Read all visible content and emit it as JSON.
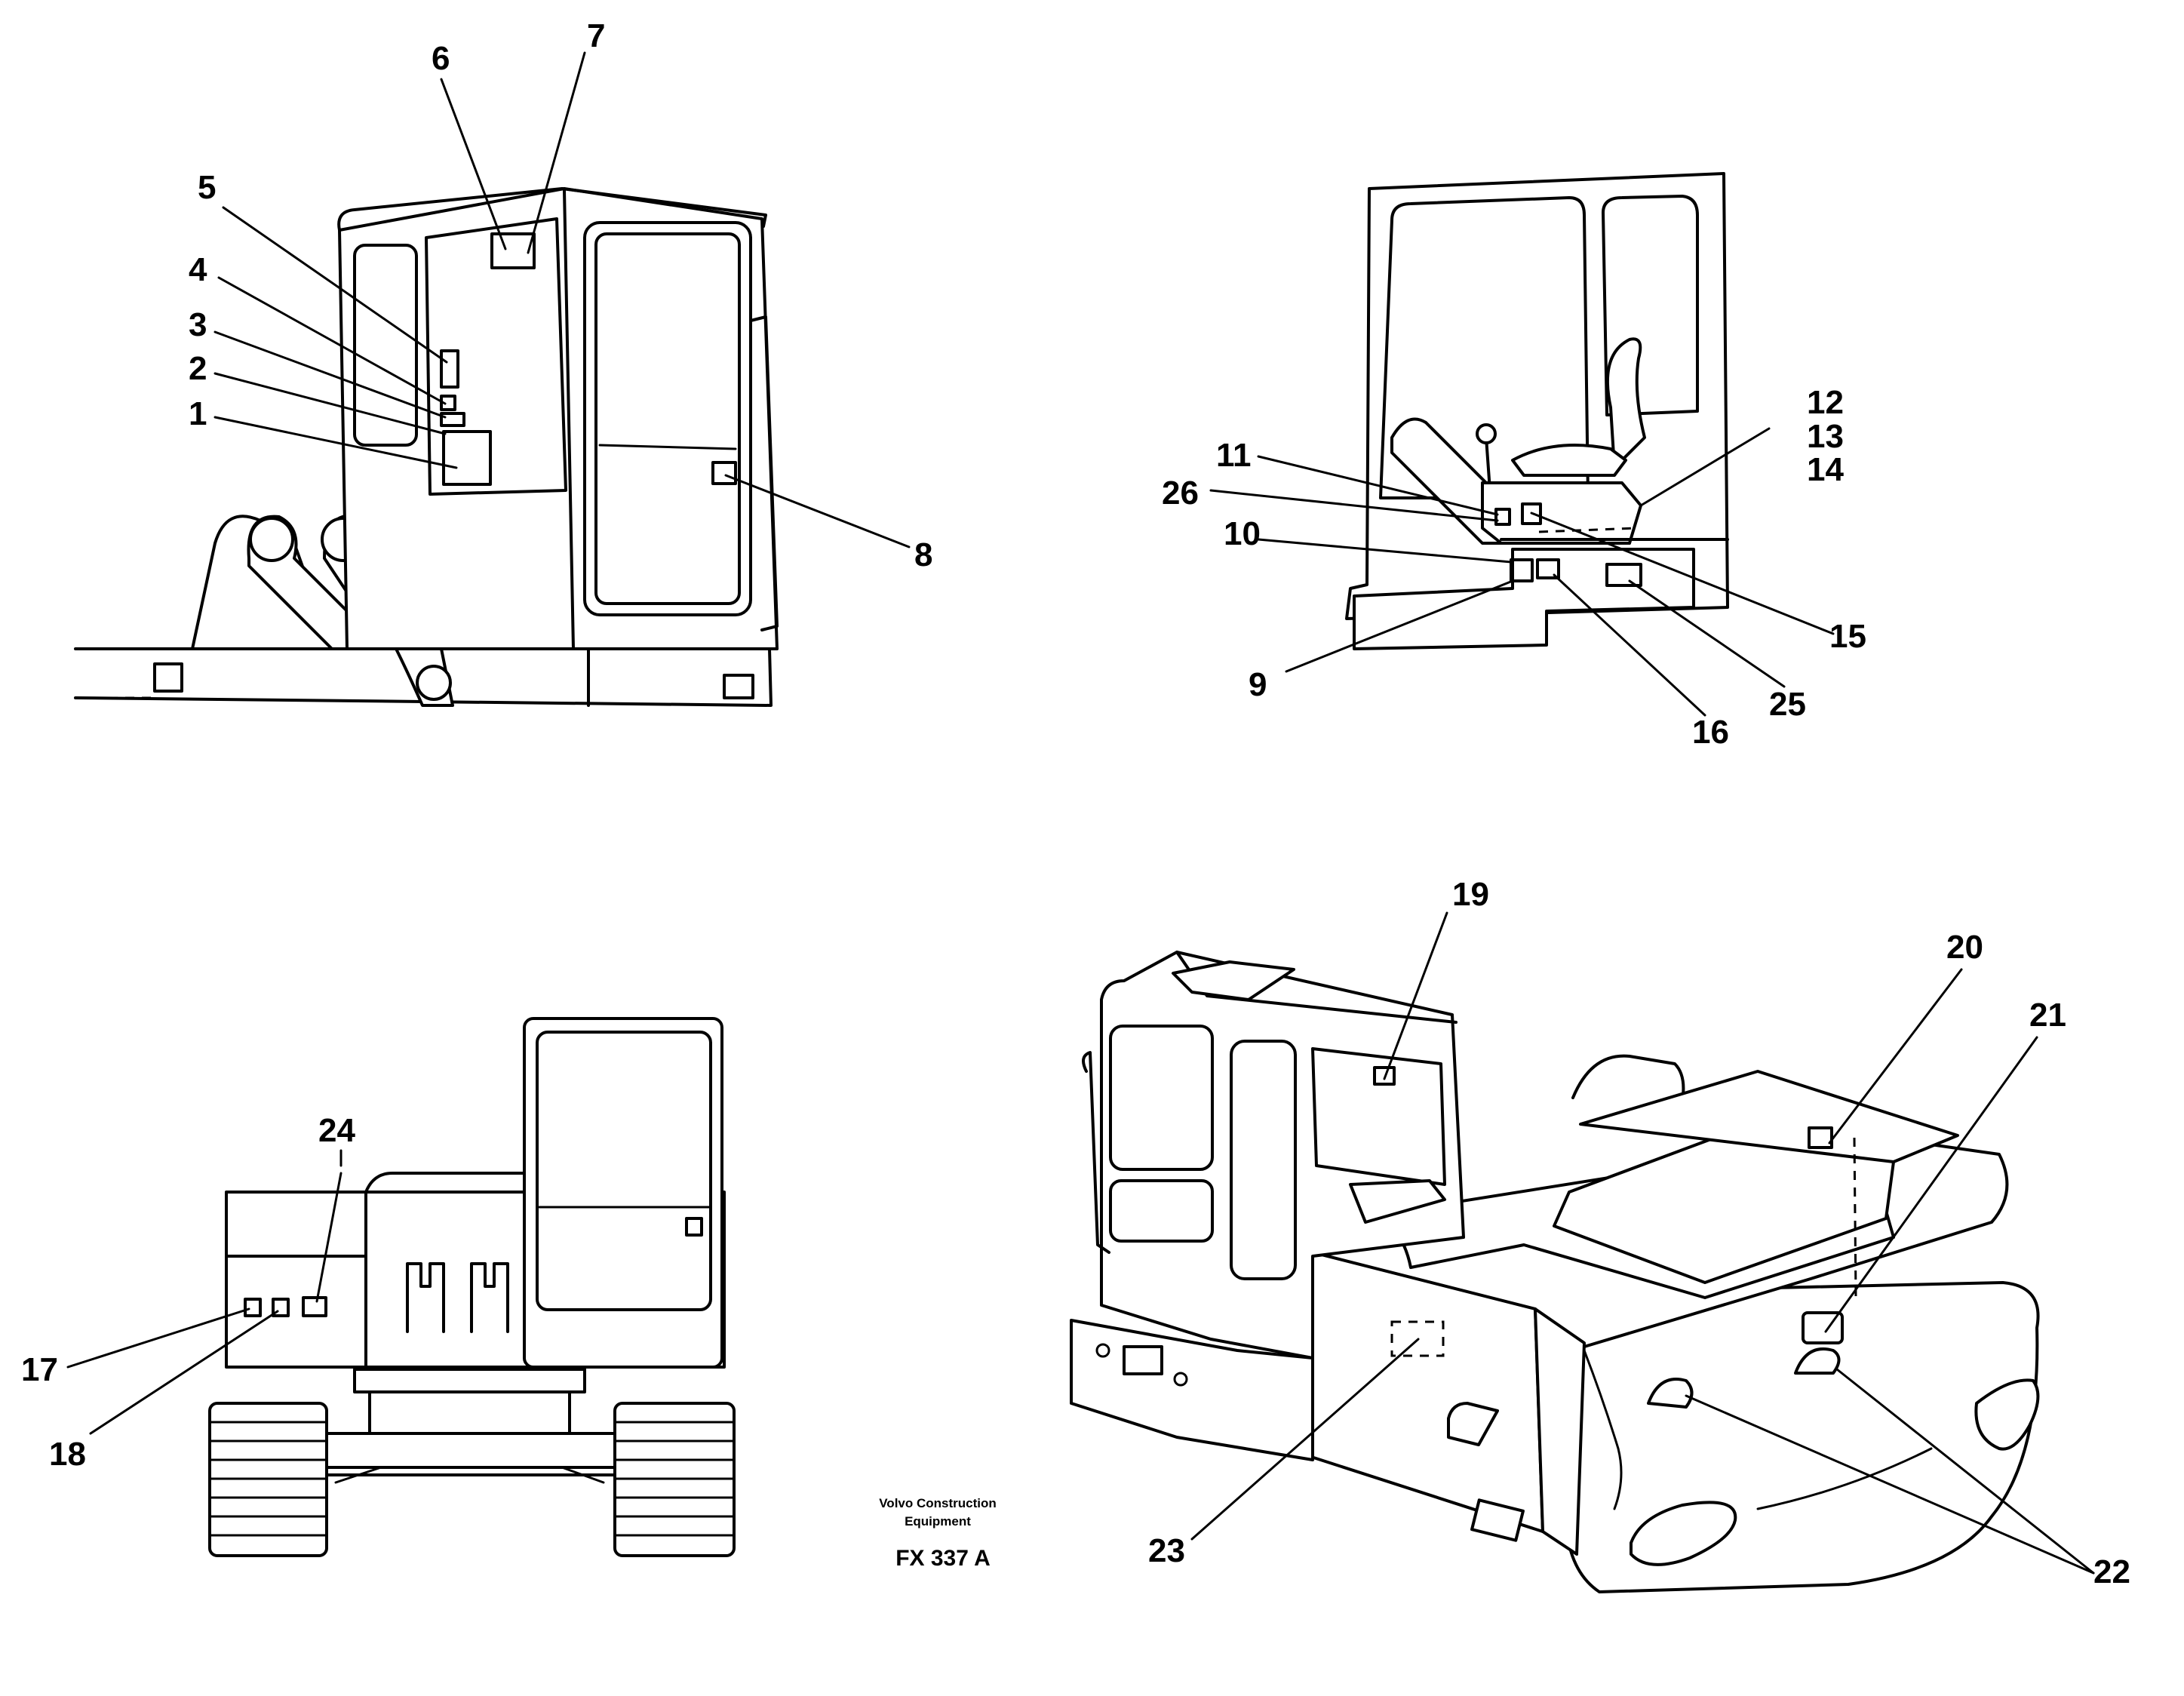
{
  "callouts": {
    "c1": "1",
    "c2": "2",
    "c3": "3",
    "c4": "4",
    "c5": "5",
    "c6": "6",
    "c7": "7",
    "c8": "8",
    "c9": "9",
    "c10": "10",
    "c11": "11",
    "c12": "12",
    "c13": "13",
    "c14": "14",
    "c15": "15",
    "c16": "16",
    "c17": "17",
    "c18": "18",
    "c19": "19",
    "c20": "20",
    "c21": "21",
    "c22": "22",
    "c23": "23",
    "c24": "24",
    "c25": "25",
    "c26": "26"
  },
  "credit": {
    "line1": "Volvo Construction",
    "line2": "Equipment",
    "code": "FX 337 A"
  }
}
